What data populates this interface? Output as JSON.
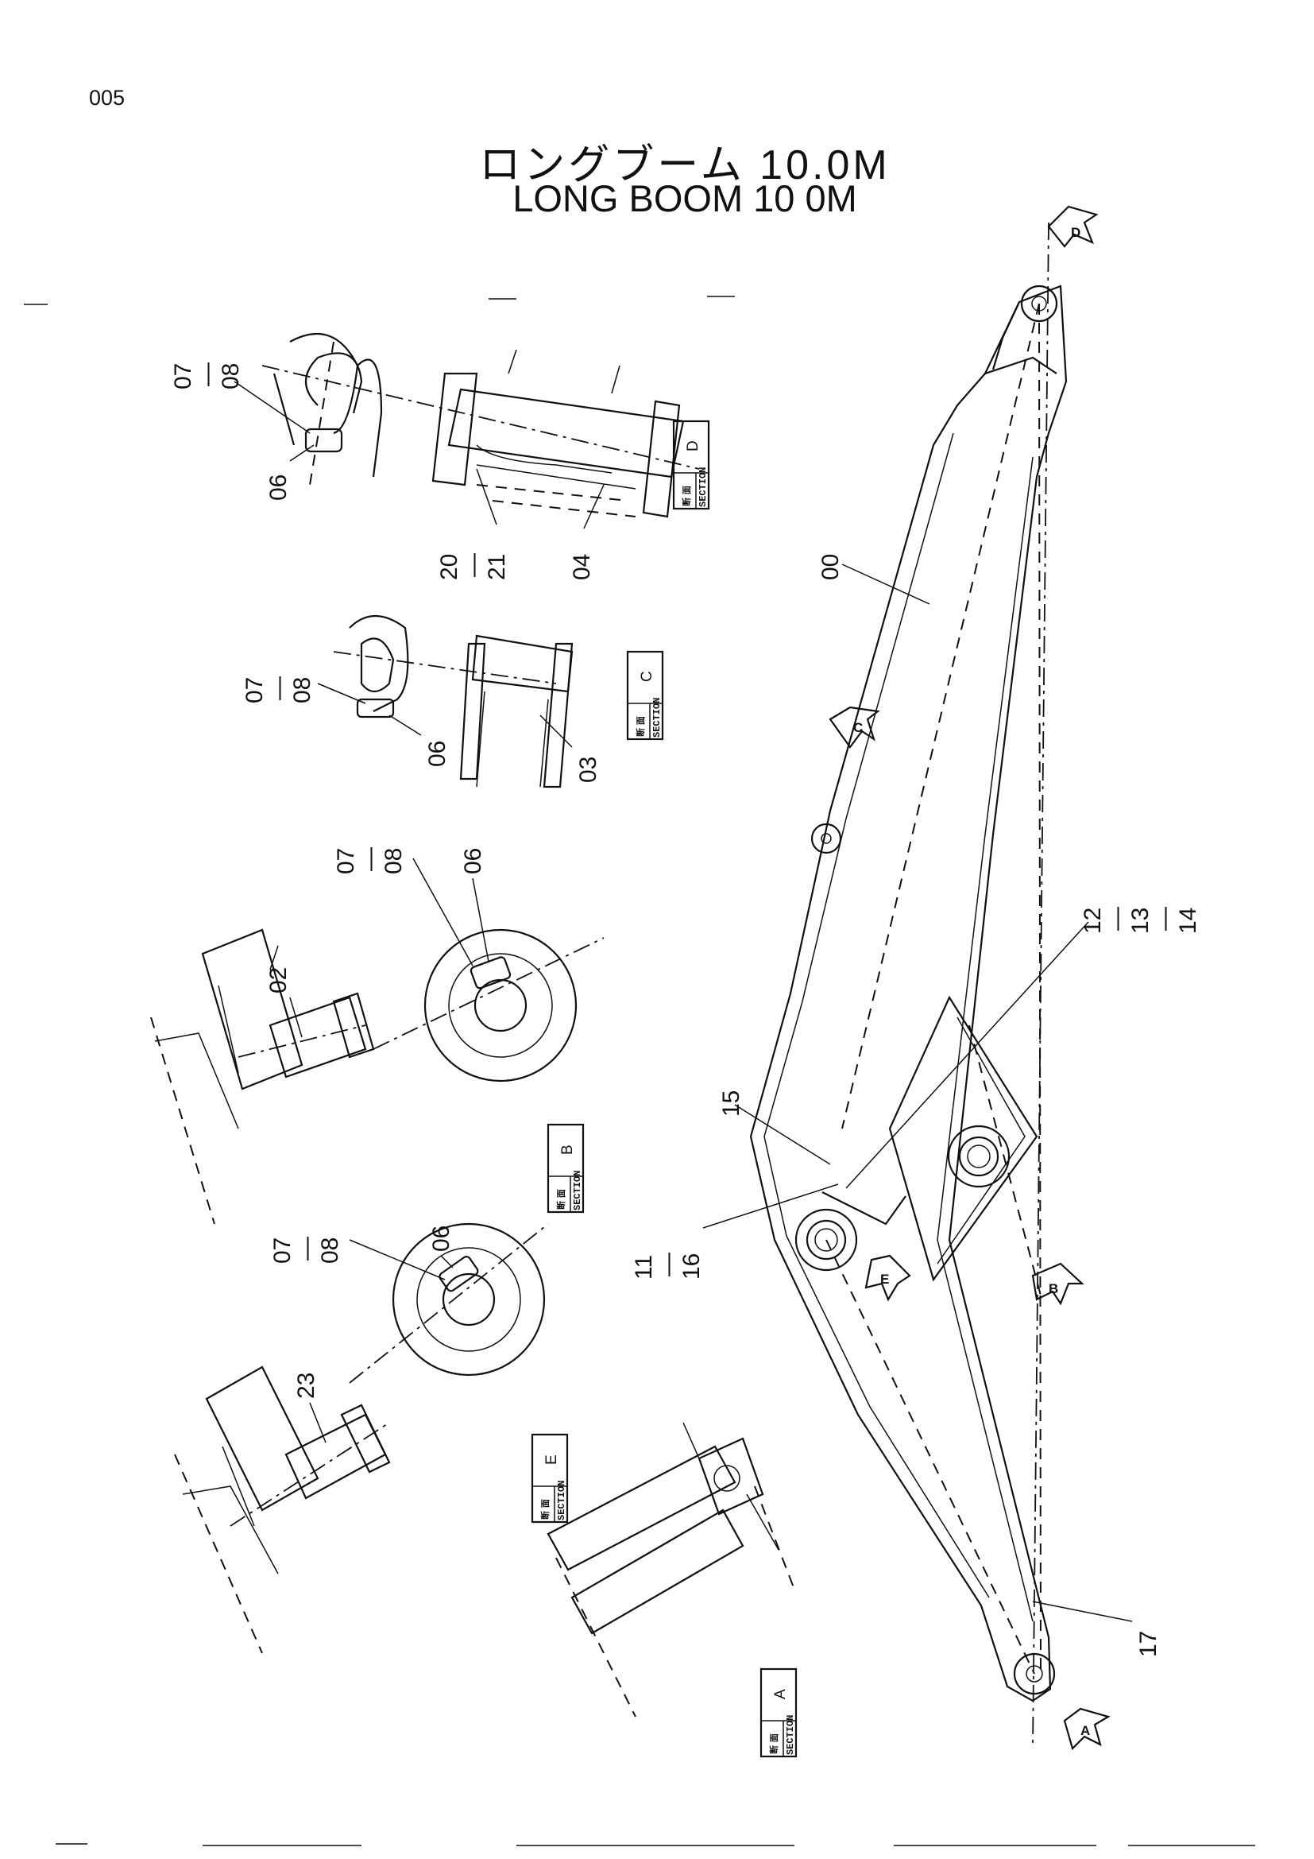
{
  "page_number": "005",
  "title_jp": "ロングブーム 10.0M",
  "title_en": "LONG BOOM 10 0M",
  "section_boxes": [
    {
      "id": "D",
      "word": "SECTION",
      "kanji": "断 面",
      "letter": "D"
    },
    {
      "id": "C",
      "word": "SECTION",
      "kanji": "断 面",
      "letter": "C"
    },
    {
      "id": "B",
      "word": "SECTION",
      "kanji": "断 面",
      "letter": "B"
    },
    {
      "id": "E",
      "word": "SECTION",
      "kanji": "断 面",
      "letter": "E"
    },
    {
      "id": "A",
      "word": "SECTION",
      "kanji": "断 面",
      "letter": "A"
    }
  ],
  "view_arrows": [
    "D",
    "C",
    "B",
    "E",
    "A"
  ],
  "part_labels": {
    "d_07_08": [
      "07",
      "08"
    ],
    "d_06": "06",
    "d_20_21": [
      "20",
      "21"
    ],
    "d_04": "04",
    "c_07_08": [
      "07",
      "08"
    ],
    "c_06": "06",
    "c_03": "03",
    "b_07_08": [
      "07",
      "08"
    ],
    "b_06": "06",
    "b_02": "02",
    "e_07_08": [
      "07",
      "08"
    ],
    "e_06": "06",
    "e_23": "23",
    "m_00": "00",
    "m_12_14": [
      "12",
      "13",
      "14"
    ],
    "m_15": "15",
    "m_11_16": [
      "11",
      "16"
    ],
    "m_17": "17"
  }
}
